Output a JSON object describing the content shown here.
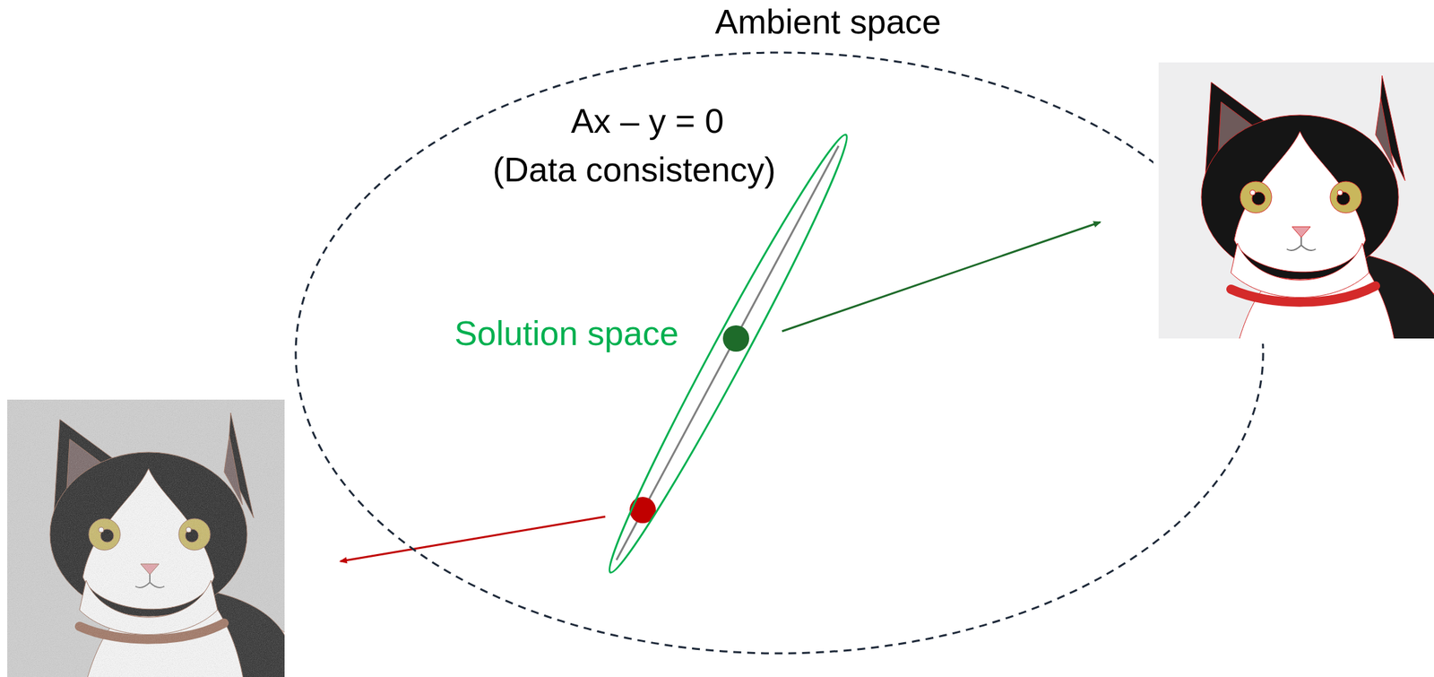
{
  "diagram": {
    "nodes": [
      {
        "text": [
          "Ambient space"
        ]
      },
      {
        "text": [
          "Solution space"
        ],
        "in": 0
      }
    ],
    "labels": [
      "Ax – y = 0",
      "(Data consistency)"
    ]
  }
}
